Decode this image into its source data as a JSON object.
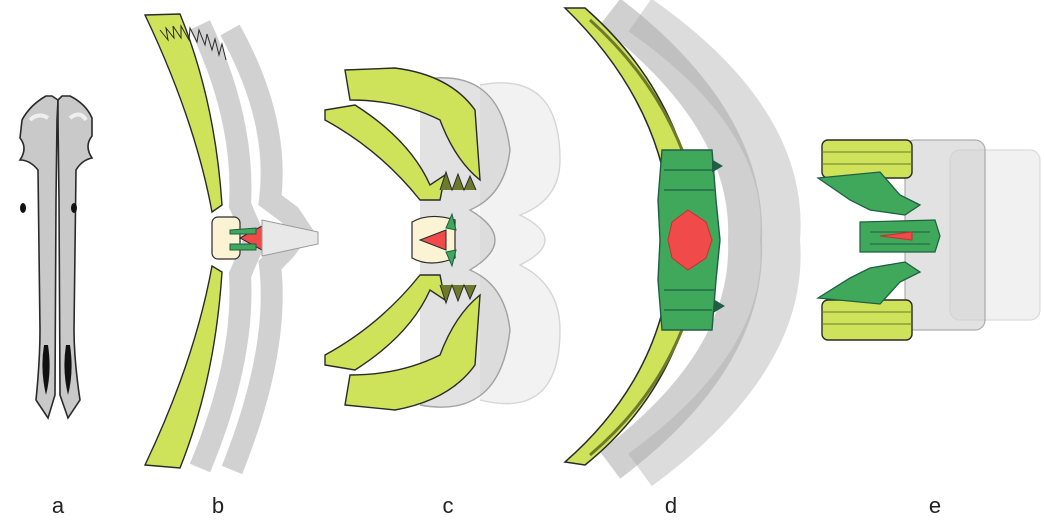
{
  "figure": {
    "panels": [
      {
        "id": "a",
        "label": "a"
      },
      {
        "id": "b",
        "label": "b"
      },
      {
        "id": "c",
        "label": "c"
      },
      {
        "id": "d",
        "label": "d"
      },
      {
        "id": "e",
        "label": "e"
      }
    ]
  },
  "colors": {
    "bone_gray": "#c8c8c8",
    "bone_light": "#e6e6e6",
    "outline": "#2a2a2a",
    "yellow_green": "#cfe35a",
    "olive_dark": "#6e7a2b",
    "green_mid": "#3fa85a",
    "green_dark": "#1f5e45",
    "red": "#f04a4a",
    "cream": "#fbf3d3",
    "faded": "#eeeeee"
  }
}
